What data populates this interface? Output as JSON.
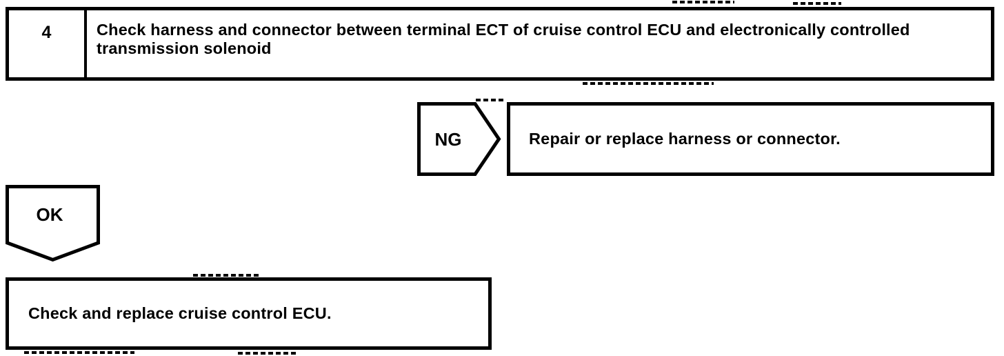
{
  "page": {
    "background": "#ffffff",
    "ink": "#000000"
  },
  "flowchart": {
    "step": {
      "number": "4",
      "instruction": "Check harness and connector between terminal ECT of cruise control ECU and electronically controlled transmission solenoid"
    },
    "ng_branch": {
      "label": "NG",
      "action": "Repair or replace harness or connector."
    },
    "ok_branch": {
      "label": "OK",
      "action": "Check and replace cruise control ECU."
    }
  }
}
